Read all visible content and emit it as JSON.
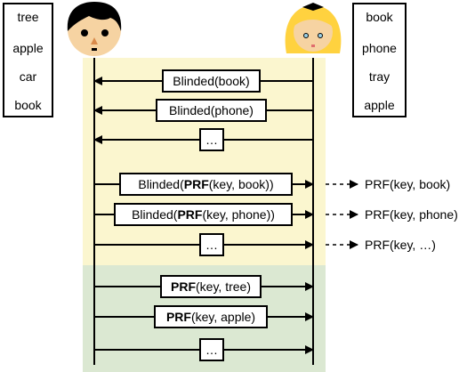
{
  "left_party": {
    "name_icon": "boy-avatar-icon",
    "set_items": [
      "tree",
      "apple",
      "car",
      "book"
    ]
  },
  "right_party": {
    "name_icon": "girl-avatar-icon",
    "set_items": [
      "book",
      "phone",
      "tray",
      "apple"
    ]
  },
  "phase1": {
    "color": "#fbf6cf",
    "messages": [
      {
        "prefix": "Blinded(book)",
        "bold": "",
        "suffix": ""
      },
      {
        "prefix": "Blinded(phone)",
        "bold": "",
        "suffix": ""
      },
      {
        "prefix": "…",
        "bold": "",
        "suffix": ""
      }
    ]
  },
  "phase2": {
    "messages": [
      {
        "prefix": "Blinded(",
        "bold": "PRF",
        "suffix": "(key, book))"
      },
      {
        "prefix": "Blinded(",
        "bold": "PRF",
        "suffix": "(key, phone))"
      },
      {
        "prefix": "…",
        "bold": "",
        "suffix": ""
      }
    ],
    "outputs": [
      "PRF(key, book)",
      "PRF(key, phone)",
      "PRF(key, …)"
    ]
  },
  "phase3": {
    "color": "#dbe8d2",
    "messages": [
      {
        "prefix": "",
        "bold": "PRF",
        "suffix": "(key, tree)"
      },
      {
        "prefix": "",
        "bold": "PRF",
        "suffix": "(key, apple)"
      },
      {
        "prefix": "…",
        "bold": "",
        "suffix": ""
      }
    ]
  }
}
